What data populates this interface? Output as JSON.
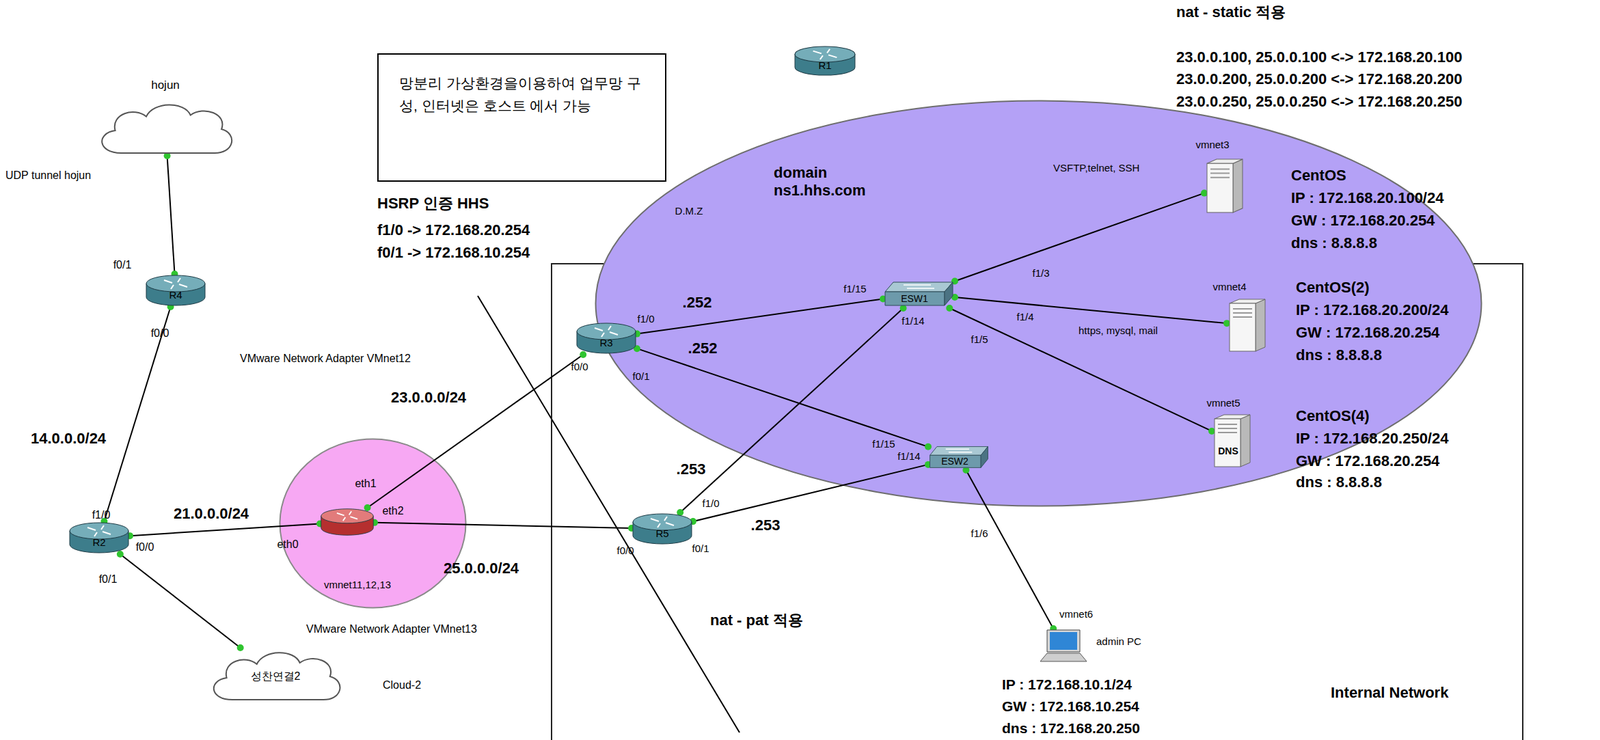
{
  "diagram": {
    "nodes": [
      {
        "text": [
          "hojun"
        ]
      },
      {
        "text": [
          "R4"
        ]
      },
      {
        "text": [
          "R2"
        ]
      },
      {
        "text": [
          "성찬연결2",
          "Cloud-2"
        ]
      },
      {
        "text": [
          "vmnet11,12,13"
        ]
      },
      {
        "text": [
          "망분리 가상환경을이용하여 업무망 구성, 인터넷은 호스트 에서 가능"
        ]
      },
      {
        "text": [
          "R1"
        ]
      },
      {
        "text": [
          "Internal Network"
        ]
      },
      {
        "text": [
          "R3"
        ],
        "in": 7
      },
      {
        "text": [
          "R5"
        ],
        "in": 7
      },
      {
        "text": [
          "vmnet6",
          "admin PC"
        ],
        "in": 7
      },
      {
        "text": [
          "domain ns1.hhs.com",
          "D.M.Z"
        ]
      },
      {
        "text": [
          "ESW1"
        ],
        "in": 11
      },
      {
        "text": [
          "ESW2"
        ],
        "in": 11
      },
      {
        "text": [
          "vmnet3"
        ],
        "in": 11
      },
      {
        "text": [
          "vmnet4"
        ],
        "in": 11
      },
      {
        "text": [
          "vmnet5",
          "DNS"
        ],
        "in": 11
      }
    ],
    "edges": [
      {
        "from": 0,
        "to": 1,
        "arrow": "none"
      },
      {
        "from": 1,
        "to": 2,
        "arrow": "none"
      },
      {
        "from": 2,
        "to": 4,
        "arrow": "none"
      },
      {
        "from": 2,
        "to": 3,
        "arrow": "none"
      },
      {
        "from": 4,
        "to": 8,
        "arrow": "none"
      },
      {
        "from": 4,
        "to": 9,
        "arrow": "none"
      },
      {
        "from": 8,
        "to": 12,
        "arrow": "none"
      },
      {
        "from": 8,
        "to": 13,
        "arrow": "none"
      },
      {
        "from": 9,
        "to": 12,
        "arrow": "none"
      },
      {
        "from": 9,
        "to": 13,
        "arrow": "none"
      },
      {
        "from": 12,
        "to": 14,
        "arrow": "none"
      },
      {
        "from": 12,
        "to": 15,
        "arrow": "none"
      },
      {
        "from": 12,
        "to": 16,
        "arrow": "none"
      },
      {
        "from": 13,
        "to": 10,
        "arrow": "none"
      }
    ],
    "labels": [
      "UDP tunnel hojun",
      "f0/1",
      "f0/0",
      "14.0.0.0/24",
      "f1/0",
      "f0/0",
      "f0/1",
      "21.0.0.0/24",
      "VMware Network Adapter VMnet12",
      "eth1",
      "eth2",
      "eth0",
      "23.0.0.0/24",
      "25.0.0.0/24",
      "VMware Network Adapter VMnet13",
      "HSRP 인증 HHS",
      "f1/0 -> 172.168.20.254",
      "f0/1 -> 172.168.10.254",
      ".252",
      "f1/0",
      "f0/0",
      "f0/1",
      ".252",
      ".253",
      "f1/0",
      "f0/0",
      "f0/1",
      ".253",
      "f1/15",
      "f1/14",
      "f1/3",
      "f1/4",
      "f1/5",
      "f1/15",
      "f1/14",
      "f1/6",
      "VSFTP,telnet, SSH",
      "https, mysql, mail",
      "nat - static 적용",
      "23.0.0.100, 25.0.0.100 <-> 172.168.20.100",
      "23.0.0.200, 25.0.0.200 <-> 172.168.20.200",
      "23.0.0.250, 25.0.0.250 <-> 172.168.20.250",
      "CentOS",
      "IP : 172.168.20.100/24",
      "GW : 172.168.20.254",
      "dns : 8.8.8.8",
      "CentOS(2)",
      "IP : 172.168.20.200/24",
      "GW : 172.168.20.254",
      "dns : 8.8.8.8",
      "CentOS(4)",
      "IP : 172.168.20.250/24",
      "GW : 172.168.20.254",
      "dns : 8.8.8.8",
      "nat - pat 적용",
      "IP : 172.168.10.1/24",
      "GW : 172.168.10.254",
      "dns : 172.168.20.250"
    ]
  }
}
